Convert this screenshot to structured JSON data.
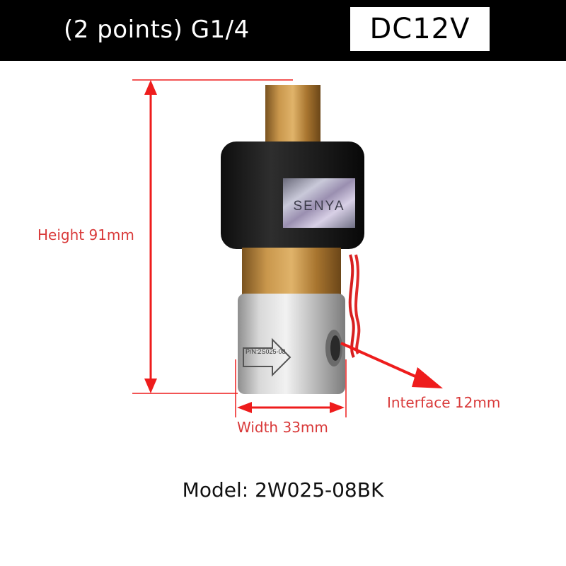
{
  "header": {
    "title": "(2 points) G1/4",
    "voltage": "DC12V"
  },
  "product": {
    "brand_label": "SENYA",
    "part_number_label": "P/N:2S025-08",
    "model": "Model: 2W025-08BK"
  },
  "dimensions": {
    "height": "Height 91mm",
    "width": "Width 33mm",
    "interface": "Interface 12mm"
  },
  "colors": {
    "header_bg": "#000000",
    "annotation_red": "#d93a3a",
    "arrow_red": "#ee1c1c",
    "brass": "#b8863a",
    "coil_black": "#1c1c1c",
    "steel": "#c8c8c8"
  }
}
